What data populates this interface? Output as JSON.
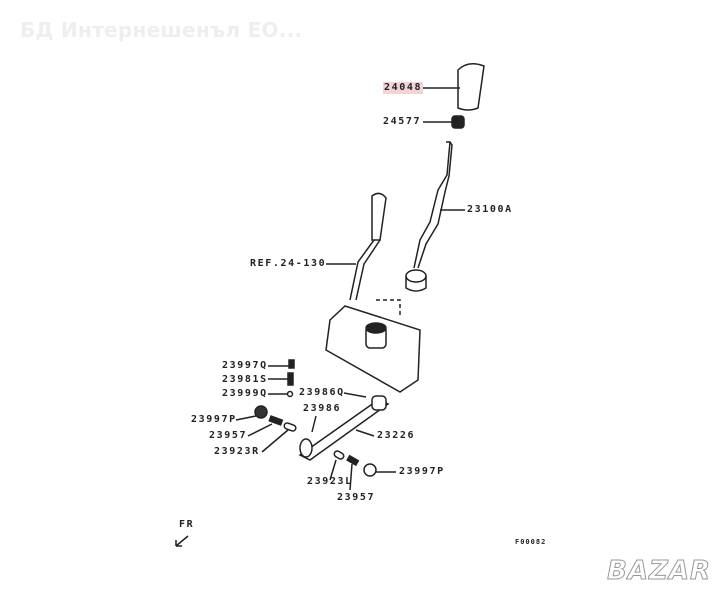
{
  "watermark": "БД Интернешенъл ЕО...",
  "highlight_color": "#f2d3d8",
  "labels": {
    "knob": "24048",
    "bushing": "24577",
    "lever": "23100A",
    "ref": "REF.24-130",
    "p23997q": "23997Q",
    "p23981s": "23981S",
    "p23999q": "23999Q",
    "p23986q": "23986Q",
    "p23986": "23986",
    "p23997p_left": "23997P",
    "p23957_left": "23957",
    "p23226": "23226",
    "p23923r": "23923R",
    "p23997p_right": "23997P",
    "p23923l": "23923L",
    "p23957_right": "23957",
    "fr": "FR",
    "figure_code": "F00082"
  },
  "logo": "BAZAR"
}
